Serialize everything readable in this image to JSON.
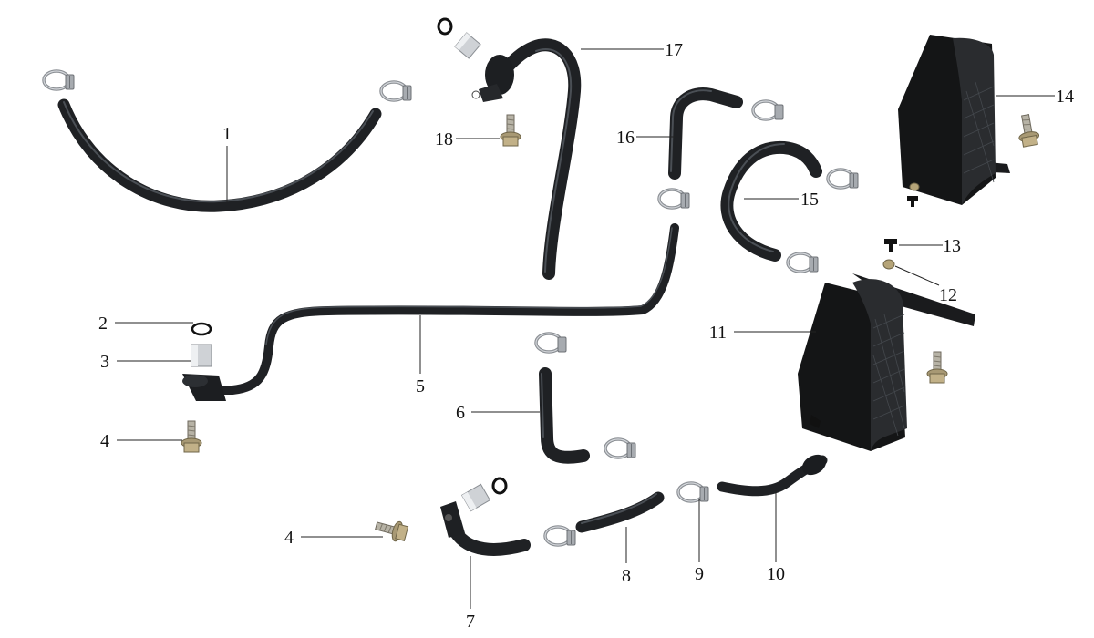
{
  "callouts": [
    {
      "id": "1",
      "label": "1"
    },
    {
      "id": "2",
      "label": "2"
    },
    {
      "id": "3",
      "label": "3"
    },
    {
      "id": "4a",
      "label": "4"
    },
    {
      "id": "4b",
      "label": "4"
    },
    {
      "id": "5",
      "label": "5"
    },
    {
      "id": "6",
      "label": "6"
    },
    {
      "id": "7",
      "label": "7"
    },
    {
      "id": "8",
      "label": "8"
    },
    {
      "id": "9",
      "label": "9"
    },
    {
      "id": "10",
      "label": "10"
    },
    {
      "id": "11",
      "label": "11"
    },
    {
      "id": "12",
      "label": "12"
    },
    {
      "id": "13",
      "label": "13"
    },
    {
      "id": "14",
      "label": "14"
    },
    {
      "id": "15",
      "label": "15"
    },
    {
      "id": "16",
      "label": "16"
    },
    {
      "id": "17",
      "label": "17"
    },
    {
      "id": "18",
      "label": "18"
    }
  ],
  "colors": {
    "hose": "#1f2124",
    "metal": "#b9bcc0",
    "brass": "#b8a57a",
    "cooler": "#151617"
  },
  "parts": [
    {
      "key": "1",
      "icon": "hose-icon"
    },
    {
      "key": "2",
      "icon": "o-ring-icon"
    },
    {
      "key": "3",
      "icon": "sleeve-icon"
    },
    {
      "key": "4",
      "icon": "bolt-icon"
    },
    {
      "key": "5",
      "icon": "oil-pipe-icon"
    },
    {
      "key": "6",
      "icon": "hose-icon"
    },
    {
      "key": "7",
      "icon": "fitting-icon"
    },
    {
      "key": "8",
      "icon": "hose-icon"
    },
    {
      "key": "9",
      "icon": "hose-clamp-icon"
    },
    {
      "key": "10",
      "icon": "fitting-icon"
    },
    {
      "key": "11",
      "icon": "oil-cooler-icon"
    },
    {
      "key": "12",
      "icon": "nut-icon"
    },
    {
      "key": "13",
      "icon": "plug-icon"
    },
    {
      "key": "14",
      "icon": "oil-cooler-icon"
    },
    {
      "key": "15",
      "icon": "hose-icon"
    },
    {
      "key": "16",
      "icon": "hose-icon"
    },
    {
      "key": "17",
      "icon": "oil-pipe-icon"
    },
    {
      "key": "18",
      "icon": "bolt-icon"
    }
  ]
}
